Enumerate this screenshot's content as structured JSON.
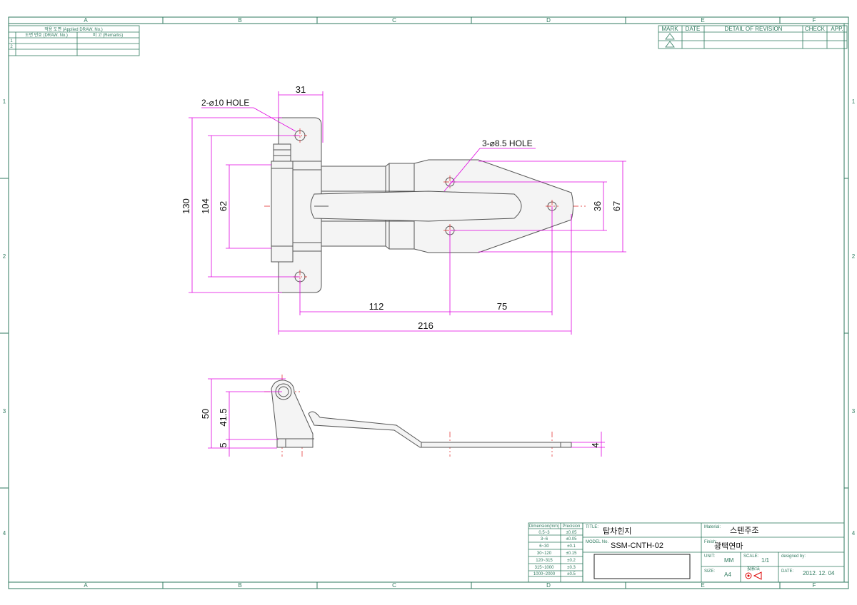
{
  "zones": {
    "columns": [
      "A",
      "B",
      "C",
      "D",
      "E",
      "F"
    ],
    "rows": [
      "1",
      "2",
      "3",
      "4"
    ]
  },
  "applied_table": {
    "title": "적용 도면 (Applied DRAW. No.)",
    "col_drawno": "도면 번호 (DRAW. No.)",
    "col_remarks": "비 고 (Remarks)",
    "rows": [
      "1",
      "2"
    ]
  },
  "revision_table": {
    "headers": [
      "MARK",
      "DATE",
      "DETAIL OF REVISION",
      "CHECK",
      "APP."
    ]
  },
  "notes": {
    "hole_top": "2-⌀10 HOLE",
    "hole_mid": "3-⌀8.5 HOLE"
  },
  "dimensions": {
    "d31": "31",
    "d130": "130",
    "d104": "104",
    "d62": "62",
    "d36": "36",
    "d67": "67",
    "d112": "112",
    "d75": "75",
    "d216": "216",
    "d50": "50",
    "d41_5": "41.5",
    "d5": "5",
    "d4": "4"
  },
  "tolerance_table": {
    "headers": [
      "Dimension(mm)",
      "Precision"
    ],
    "rows": [
      [
        "0.5~3",
        "±0.05"
      ],
      [
        "3~6",
        "±0.05"
      ],
      [
        "6~30",
        "±0.1"
      ],
      [
        "30~120",
        "±0.15"
      ],
      [
        "120~315",
        "±0.2"
      ],
      [
        "315~1000",
        "±0.3"
      ],
      [
        "1000~2000",
        "±0.5"
      ]
    ]
  },
  "title_block": {
    "title_label": "TITLE:",
    "title": "탑차힌지",
    "model_label": "MODEL No.",
    "model": "SSM-CNTH-02",
    "material_label": "Material:",
    "material": "스텐주조",
    "finish_label": "Finish:",
    "finish": "광택연마",
    "unit_label": "UNIT:",
    "unit": "MM",
    "scale_label": "SCALE:",
    "scale": "1/1",
    "designed_label": "designed by:",
    "size_label": "SIZE:",
    "size": "A4",
    "projection_label": "投影法",
    "date_label": "DATE:",
    "date": "2012. 12. 04"
  }
}
